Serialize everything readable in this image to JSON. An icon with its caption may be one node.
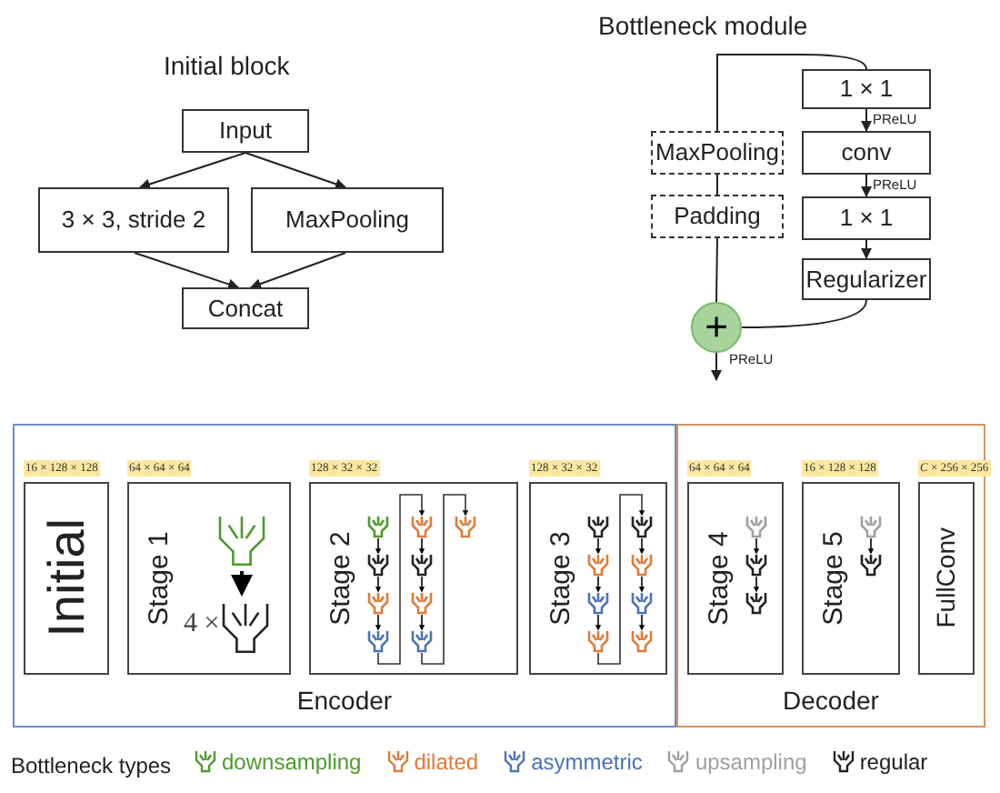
{
  "diagram": {
    "nodes": [
      {
        "text": [
          "Input"
        ]
      },
      {
        "text": [
          "3 × 3, stride 2"
        ]
      },
      {
        "text": [
          "MaxPooling"
        ]
      },
      {
        "text": [
          "Concat"
        ]
      },
      {
        "text": [
          "1 × 1"
        ]
      },
      {
        "text": [
          "conv"
        ]
      },
      {
        "text": [
          "1 × 1"
        ]
      },
      {
        "text": [
          "Regularizer"
        ]
      },
      {
        "text": [
          "MaxPooling"
        ]
      },
      {
        "text": [
          "Padding"
        ]
      },
      {
        "text": [
          "+"
        ]
      },
      {
        "text": [
          "Encoder"
        ]
      },
      {
        "text": [
          "Decoder"
        ]
      },
      {
        "text": [
          "Initial"
        ],
        "in": 11,
        "beside": [
          "16 × 128 × 128"
        ]
      },
      {
        "text": [
          "Stage 1",
          "4 ×"
        ],
        "in": 11,
        "beside": [
          "64 × 64 × 64"
        ]
      },
      {
        "text": [
          "Stage 2"
        ],
        "in": 11,
        "beside": [
          "128 × 32 × 32"
        ]
      },
      {
        "text": [
          "Stage 3"
        ],
        "in": 11,
        "beside": [
          "128 × 32 × 32"
        ]
      },
      {
        "text": [
          "Stage 4"
        ],
        "in": 12,
        "beside": [
          "64 × 64 × 64"
        ]
      },
      {
        "text": [
          "Stage 5"
        ],
        "in": 12,
        "beside": [
          "16 × 128 × 128"
        ]
      },
      {
        "text": [
          "FullConv"
        ],
        "in": 12,
        "beside": [
          "*C* × 256 × 256"
        ]
      }
    ],
    "edges": [
      {
        "from": 0,
        "to": 1,
        "arrow": "to"
      },
      {
        "from": 0,
        "to": 2,
        "arrow": "to"
      },
      {
        "from": 1,
        "to": 3,
        "arrow": "to"
      },
      {
        "from": 2,
        "to": 3,
        "arrow": "to"
      },
      {
        "from": null,
        "to": 8,
        "arrow": "none"
      },
      {
        "from": null,
        "to": 4,
        "arrow": "none"
      },
      {
        "from": 4,
        "to": 5,
        "arrow": "to",
        "label": "PReLU"
      },
      {
        "from": 5,
        "to": 6,
        "arrow": "to",
        "label": "PReLU"
      },
      {
        "from": 6,
        "to": 7,
        "arrow": "to"
      },
      {
        "from": 8,
        "to": 9,
        "arrow": "none"
      },
      {
        "from": 9,
        "to": 10,
        "arrow": "none"
      },
      {
        "from": 7,
        "to": 10,
        "arrow": "none"
      },
      {
        "from": 10,
        "to": null,
        "arrow": "to",
        "label": "PReLU"
      }
    ],
    "labels": [
      "Initial block",
      "Bottleneck module",
      "Bottleneck types"
    ],
    "legend": [
      {
        "text": "downsampling",
        "color": "#4c9a2a"
      },
      {
        "text": "dilated",
        "color": "#e07b39"
      },
      {
        "text": "asymmetric",
        "color": "#4a72b8"
      },
      {
        "text": "upsampling",
        "color": "#a0a0a0"
      },
      {
        "text": "regular",
        "color": "#222222"
      }
    ]
  }
}
